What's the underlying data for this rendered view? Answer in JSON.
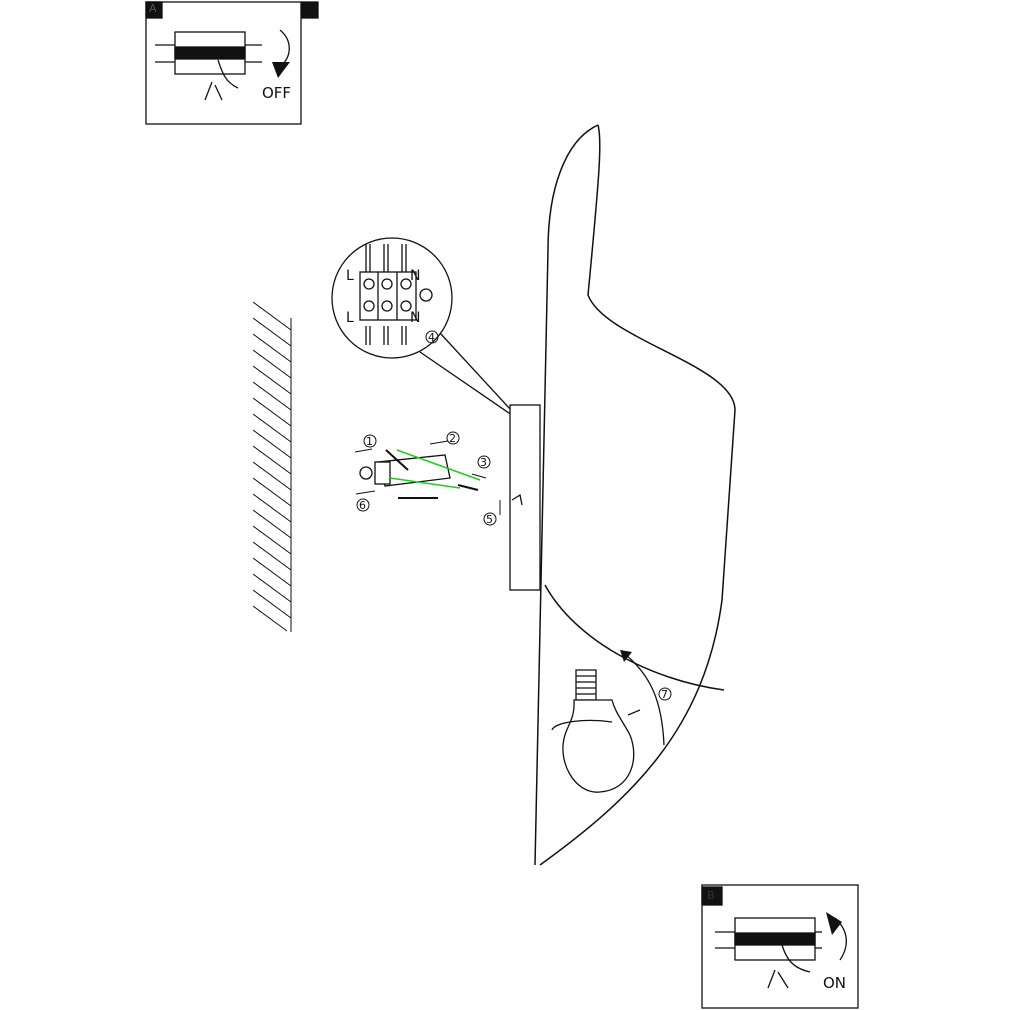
{
  "panel_off": {
    "badge": "A",
    "label": "OFF"
  },
  "panel_on": {
    "badge": "B",
    "label": "ON"
  },
  "terminal": {
    "live": "L",
    "neutral": "N",
    "live2": "L",
    "neutral2": "N"
  },
  "steps": [
    "1",
    "2",
    "3",
    "4",
    "5",
    "6",
    "7"
  ],
  "colors": {
    "line": "#111111",
    "screw_guide": "#22cc22"
  }
}
